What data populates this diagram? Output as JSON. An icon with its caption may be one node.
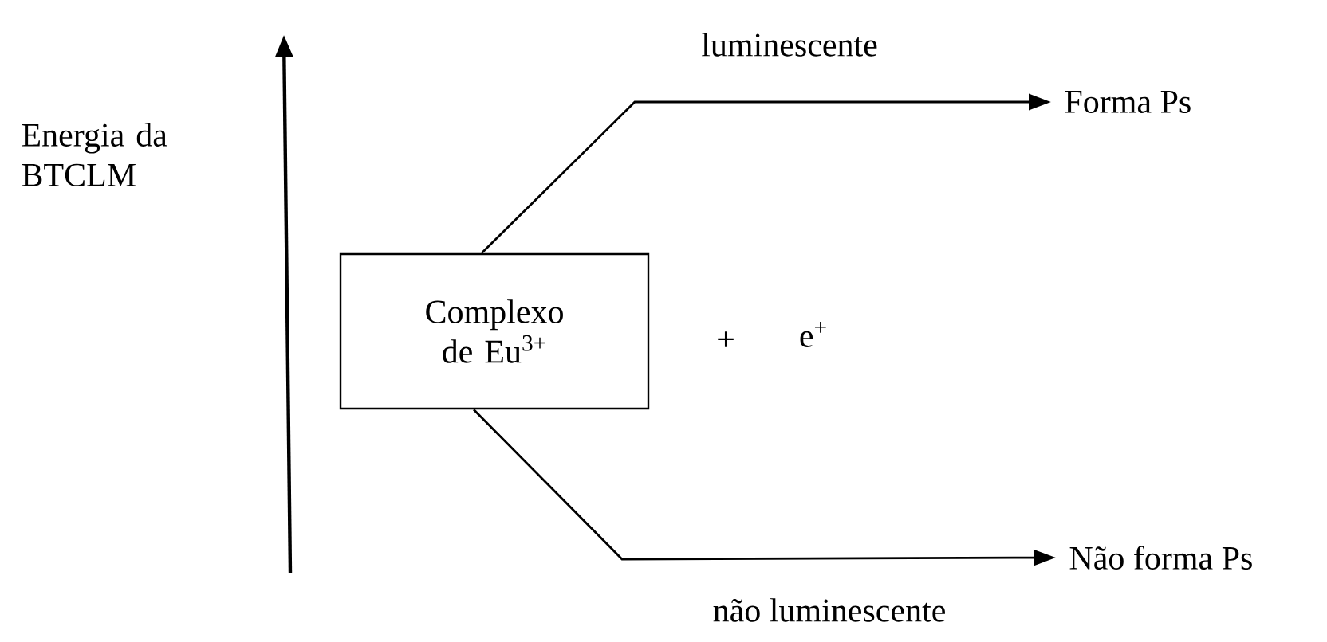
{
  "diagram": {
    "nodes": [
      {
        "text": [
          "Complexo de Eu$^{3+}$"
        ]
      },
      {
        "text": [
          "Forma Ps"
        ]
      },
      {
        "text": [
          "Não forma Ps"
        ]
      }
    ],
    "edges": [
      {
        "from": 0,
        "to": 1,
        "arrow": "to",
        "label": "luminescente"
      },
      {
        "from": 0,
        "to": 2,
        "arrow": "to",
        "label": "não luminescente"
      }
    ],
    "labels": [
      "Energia da BTCLM",
      "+",
      "e$^{+}$"
    ]
  }
}
